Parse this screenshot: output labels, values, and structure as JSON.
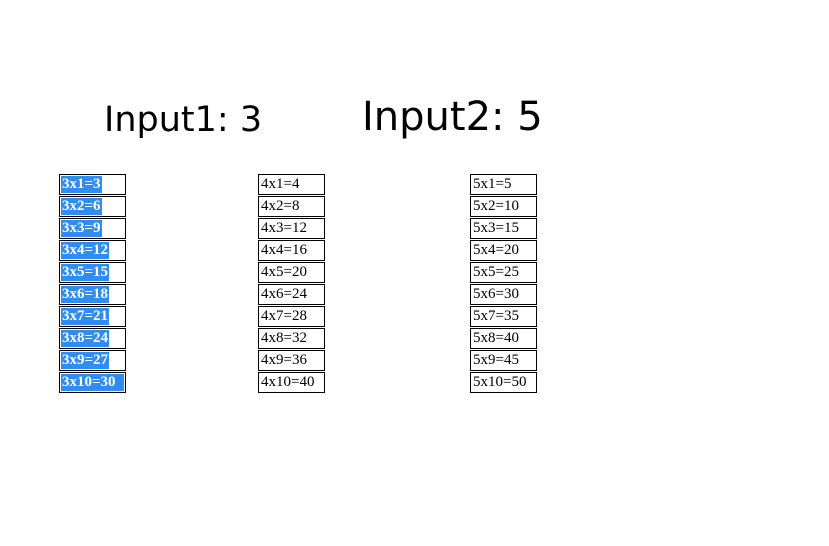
{
  "background_color": "#ffffff",
  "headings": {
    "input1": "Input1: 3",
    "input2": "Input2: 5"
  },
  "colors": {
    "selection_blue": "#2f8cf0",
    "selection_text": "#ffffff",
    "text": "#000000",
    "border": "#000000",
    "background": "#ffffff"
  },
  "columns": [
    {
      "id": "column-1",
      "multiplier": 3,
      "selected": true,
      "items": [
        "3x1=3",
        "3x2=6",
        "3x3=9",
        "3x4=12",
        "3x5=15",
        "3x6=18",
        "3x7=21",
        "3x8=24",
        "3x9=27",
        "3x10=30"
      ]
    },
    {
      "id": "column-2",
      "multiplier": 4,
      "selected": false,
      "items": [
        "4x1=4",
        "4x2=8",
        "4x3=12",
        "4x4=16",
        "4x5=20",
        "4x6=24",
        "4x7=28",
        "4x8=32",
        "4x9=36",
        "4x10=40"
      ]
    },
    {
      "id": "column-3",
      "multiplier": 5,
      "selected": false,
      "items": [
        "5x1=5",
        "5x2=10",
        "5x3=15",
        "5x4=20",
        "5x5=25",
        "5x6=30",
        "5x7=35",
        "5x8=40",
        "5x9=45",
        "5x10=50"
      ]
    }
  ]
}
